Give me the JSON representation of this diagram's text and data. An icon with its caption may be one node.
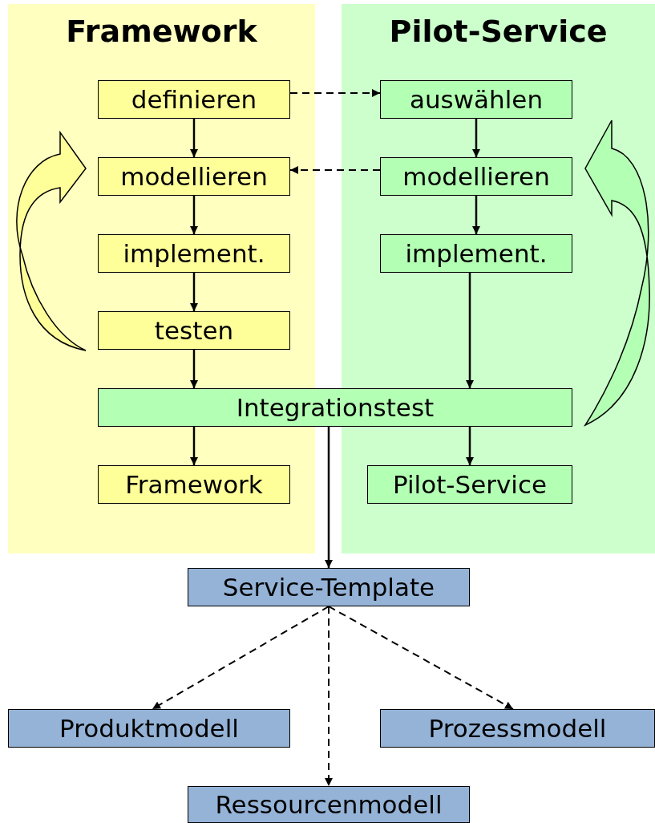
{
  "diagram": {
    "nodes": [
      {
        "text": [
          "Framework"
        ]
      },
      {
        "text": [
          "definieren"
        ],
        "in": 0
      },
      {
        "text": [
          "modellieren"
        ],
        "in": 0
      },
      {
        "text": [
          "implement."
        ],
        "in": 0
      },
      {
        "text": [
          "testen"
        ],
        "in": 0
      },
      {
        "text": [
          "Pilot-Service"
        ]
      },
      {
        "text": [
          "auswählen"
        ],
        "in": 5
      },
      {
        "text": [
          "modellieren"
        ],
        "in": 5
      },
      {
        "text": [
          "implement."
        ],
        "in": 5
      },
      {
        "text": [
          "Integrationstest"
        ]
      },
      {
        "text": [
          "Framework"
        ],
        "in": 0
      },
      {
        "text": [
          "Pilot-Service"
        ],
        "in": 5
      },
      {
        "text": [
          "Service-Template"
        ]
      },
      {
        "text": [
          "Produktmodell"
        ]
      },
      {
        "text": [
          "Prozessmodell"
        ]
      },
      {
        "text": [
          "Ressourcenmodell"
        ]
      }
    ],
    "edges": [
      {
        "from": 1,
        "to": 6,
        "arrow": "to",
        "style": "dashed"
      },
      {
        "from": 7,
        "to": 2,
        "arrow": "to",
        "style": "dashed"
      },
      {
        "from": 1,
        "to": 2,
        "arrow": "to"
      },
      {
        "from": 2,
        "to": 3,
        "arrow": "to"
      },
      {
        "from": 3,
        "to": 4,
        "arrow": "to"
      },
      {
        "from": 4,
        "to": 9,
        "arrow": "to"
      },
      {
        "from": 6,
        "to": 7,
        "arrow": "to"
      },
      {
        "from": 7,
        "to": 8,
        "arrow": "to"
      },
      {
        "from": 8,
        "to": 9,
        "arrow": "to"
      },
      {
        "from": 9,
        "to": 10,
        "arrow": "to"
      },
      {
        "from": 9,
        "to": 11,
        "arrow": "to"
      },
      {
        "from": 9,
        "to": 12,
        "arrow": "to"
      },
      {
        "from": 12,
        "to": 13,
        "arrow": "to",
        "style": "dashed"
      },
      {
        "from": 12,
        "to": 15,
        "arrow": "to",
        "style": "dashed"
      },
      {
        "from": 12,
        "to": 14,
        "arrow": "to",
        "style": "dashed"
      }
    ]
  }
}
